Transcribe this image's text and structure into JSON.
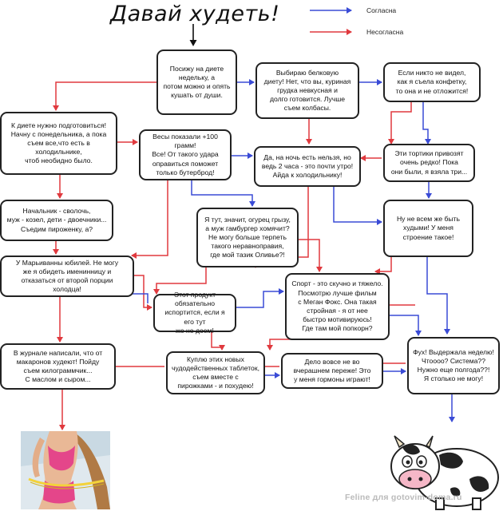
{
  "title": "Давай худеть!",
  "legend": {
    "agree": "Согласна",
    "disagree": "Несогласна",
    "agree_color": "#3a4bd6",
    "disagree_color": "#e0393e"
  },
  "nodes": {
    "n1": "Посижу на диете\nнедельку, а\nпотом можно и опять\nкушать от души.",
    "n2": "Выбираю белковую\nдиету! Нет, что вы, куриная\nгрудка невкусная и\nдолго готовится. Лучше\nсъем колбасы.",
    "n3": "Если никто не видел,\nкак я съела конфетку,\nто она и не отложится!",
    "n4": "К диете нужно подготовиться!\nНачну с понедельника, а пока\nсъем все,что есть в\nхолодильнике,\nчтоб необидно было.",
    "n5": "Весы показали +100 грамм!\nВсе! От такого удара\nоправиться поможет\nтолько бутерброд!",
    "n6": "Да, на ночь есть нельзя, но\nведь 2 часа - это почти утро!\nАйда к холодильнику!",
    "n7": "Эти тортики привозят\nочень редко! Пока\nони были, я взяла три...",
    "n8": "Начальник - сволочь,\nмуж - козел, дети - двоечники...\nСъедим пироженку, а?",
    "n9": "Я тут, значит, огурец грызу,\nа муж гамбургер хомячит?\nНе могу больше терпеть\nтакого неравноправия,\nгде мой тазик Оливье?!",
    "n10": "Ну не всем же быть\nхудыми! У меня\nстроение такое!",
    "n11": "У Марьиванны юбилей. Не могу\nже я обидеть именинницу и\nотказаться от второй порции\nхолодца!",
    "n12": "Этот продукт обязательно\nиспортится, если я его тут\nже не доем!",
    "n13": "Спорт - это скучно и тяжело.\nПосмотрю лучше фильм\nс Меган Фокс. Она такая\nстройная - я от нее\nбыстро мотивируюсь!\nГде там мой попкорн?",
    "n14": "В журнале написали, что от\nмакаронов худеют! Пойду\nсъем килограммчик...\nС маслом и сыром...",
    "n15": "Куплю этих новых\nчудодейственных таблеток,\nсъем вместе с\nпирожками - и похудею!",
    "n16": "Дело вовсе не во\nвчерашнем переже! Это\nу меня гормоны играют!",
    "n17": "Фух! Выдержала неделю!\nЧтоооо? Система??\nНужно еще полгода??!\nЯ столько не могу!"
  },
  "watermark": "Feline для gotovim-doma.ru",
  "images": {
    "left": "slim-woman-in-swimsuit-with-measuring-tape",
    "right": "cartoon-cow"
  }
}
